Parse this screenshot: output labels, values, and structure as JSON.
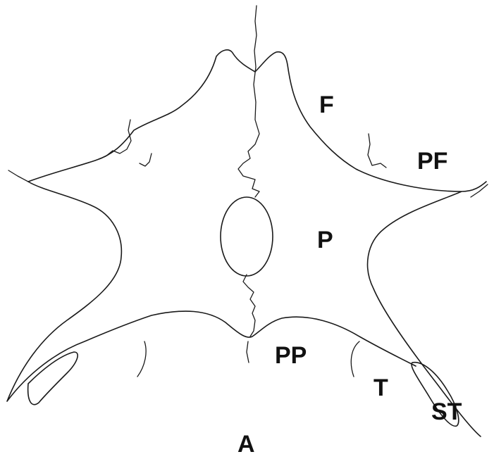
{
  "diagram": {
    "labels": {
      "f": "F",
      "pf": "PF",
      "p": "P",
      "pp": "PP",
      "t": "T",
      "st": "ST",
      "a": "A"
    },
    "colors": {
      "background": "#ffffff",
      "line": "#1a1a1a",
      "text": "#111111"
    }
  }
}
